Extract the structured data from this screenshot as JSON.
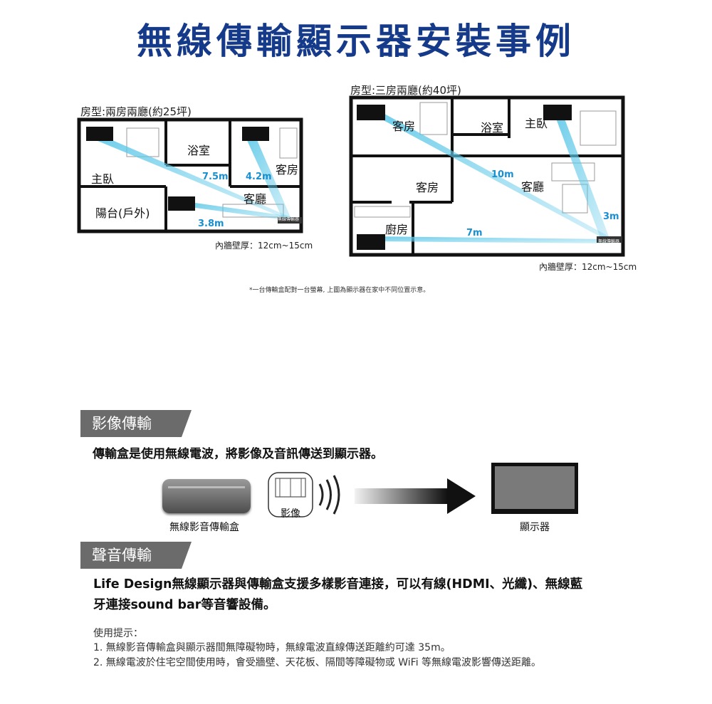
{
  "title": "無線傳輸顯示器安裝事例",
  "plan_a": {
    "label": "房型:兩房兩廳(約25坪)",
    "rooms": {
      "bath": "浴室",
      "bed2": "客房",
      "master": "主臥",
      "living": "客廳",
      "balcony": "陽台(戶外)"
    },
    "distances": {
      "d1": "7.5m",
      "d2": "4.2m",
      "d3": "3.8m"
    },
    "box_label": "無線傳輸器",
    "wall_note": "內牆壁厚：12cm~15cm"
  },
  "plan_b": {
    "label": "房型:三房兩廳(約40坪)",
    "rooms": {
      "guest1": "客房",
      "bath": "浴室",
      "master": "主臥",
      "guest2": "客房",
      "living": "客廳",
      "kitchen": "廚房"
    },
    "distances": {
      "d1": "10m",
      "d2": "3m",
      "d3": "7m"
    },
    "box_label": "無線傳輸器",
    "wall_note": "內牆壁厚：12cm~15cm"
  },
  "footnote": "*一台傳輸盒配對一台螢幕, 上圖為顯示器在家中不同位置示意。",
  "video": {
    "tag": "影像傳輸",
    "desc": "傳輸盒是使用無線電波，將影像及音訊傳送到顯示器。",
    "box_caption": "無線影音傳輸盒",
    "signal_label": "影像",
    "monitor_caption": "顯示器"
  },
  "audio": {
    "tag": "聲音傳輸",
    "desc_line1": "Life Design無線顯示器與傳輸盒支援多樣影音連接，可以有線(HDMI、光纖)、無線藍",
    "desc_line2": "牙連接sound bar等音響設備。"
  },
  "tips": {
    "heading": "使用提示：",
    "item1": "1. 無線影音傳輸盒與顯示器間無障礙物時，無線電波直線傳送距離約可達 35m。",
    "item2": "2. 無線電波於住宅空間使用時，會受牆壁、天花板、隔間等障礙物或 WiFi 等無線電波影響傳送距離。"
  },
  "colors": {
    "title": "#163a8a",
    "beam": "#5ec8e8",
    "tag_bg": "#6b6b6b",
    "distance": "#1a8fd0"
  },
  "icons": [
    "tv-icon",
    "transmitter-box-icon",
    "signal-waves-icon",
    "arrow-right-icon",
    "monitor-icon"
  ]
}
